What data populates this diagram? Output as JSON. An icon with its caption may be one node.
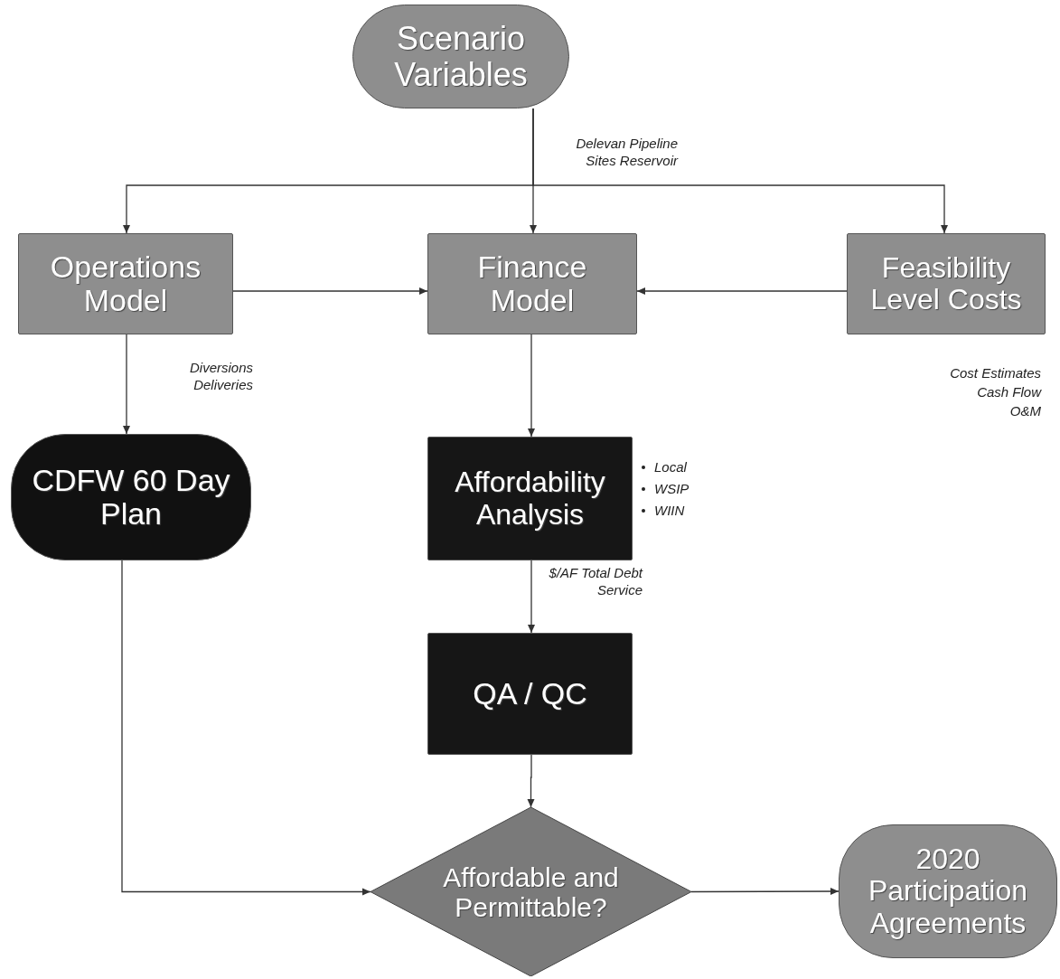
{
  "diagram": {
    "nodes": [
      {
        "text": [
          "Scenario Variables"
        ]
      },
      {
        "text": [
          "Operations Model"
        ]
      },
      {
        "text": [
          "Finance Model"
        ]
      },
      {
        "text": [
          "Feasibility Level Costs"
        ],
        "beside": [
          "Cost Estimates",
          "Cash Flow",
          "O&M"
        ]
      },
      {
        "text": [
          "CDFW 60 Day Plan"
        ]
      },
      {
        "text": [
          "Affordability Analysis"
        ],
        "beside": [
          "Local",
          "WSIP",
          "WIIN"
        ]
      },
      {
        "text": [
          "QA / QC"
        ]
      },
      {
        "text": [
          "Affordable and Permittable?"
        ]
      },
      {
        "text": [
          "2020 Participation Agreements"
        ]
      }
    ],
    "edges": [
      {
        "from": 0,
        "to": 1,
        "arrow": "to"
      },
      {
        "from": 0,
        "to": 2,
        "arrow": "to",
        "label": "Delevan Pipeline Sites Reservoir"
      },
      {
        "from": 0,
        "to": 3,
        "arrow": "to"
      },
      {
        "from": 1,
        "to": 2,
        "arrow": "to"
      },
      {
        "from": 3,
        "to": 2,
        "arrow": "to"
      },
      {
        "from": 1,
        "to": 4,
        "arrow": "to",
        "label": "Diversions Deliveries"
      },
      {
        "from": 2,
        "to": 5,
        "arrow": "to"
      },
      {
        "from": 5,
        "to": 6,
        "arrow": "to",
        "label": "$/AF Total Debt Service"
      },
      {
        "from": 6,
        "to": 7,
        "arrow": "to"
      },
      {
        "from": 4,
        "to": 7,
        "arrow": "to"
      },
      {
        "from": 7,
        "to": 8,
        "arrow": "to"
      }
    ]
  }
}
